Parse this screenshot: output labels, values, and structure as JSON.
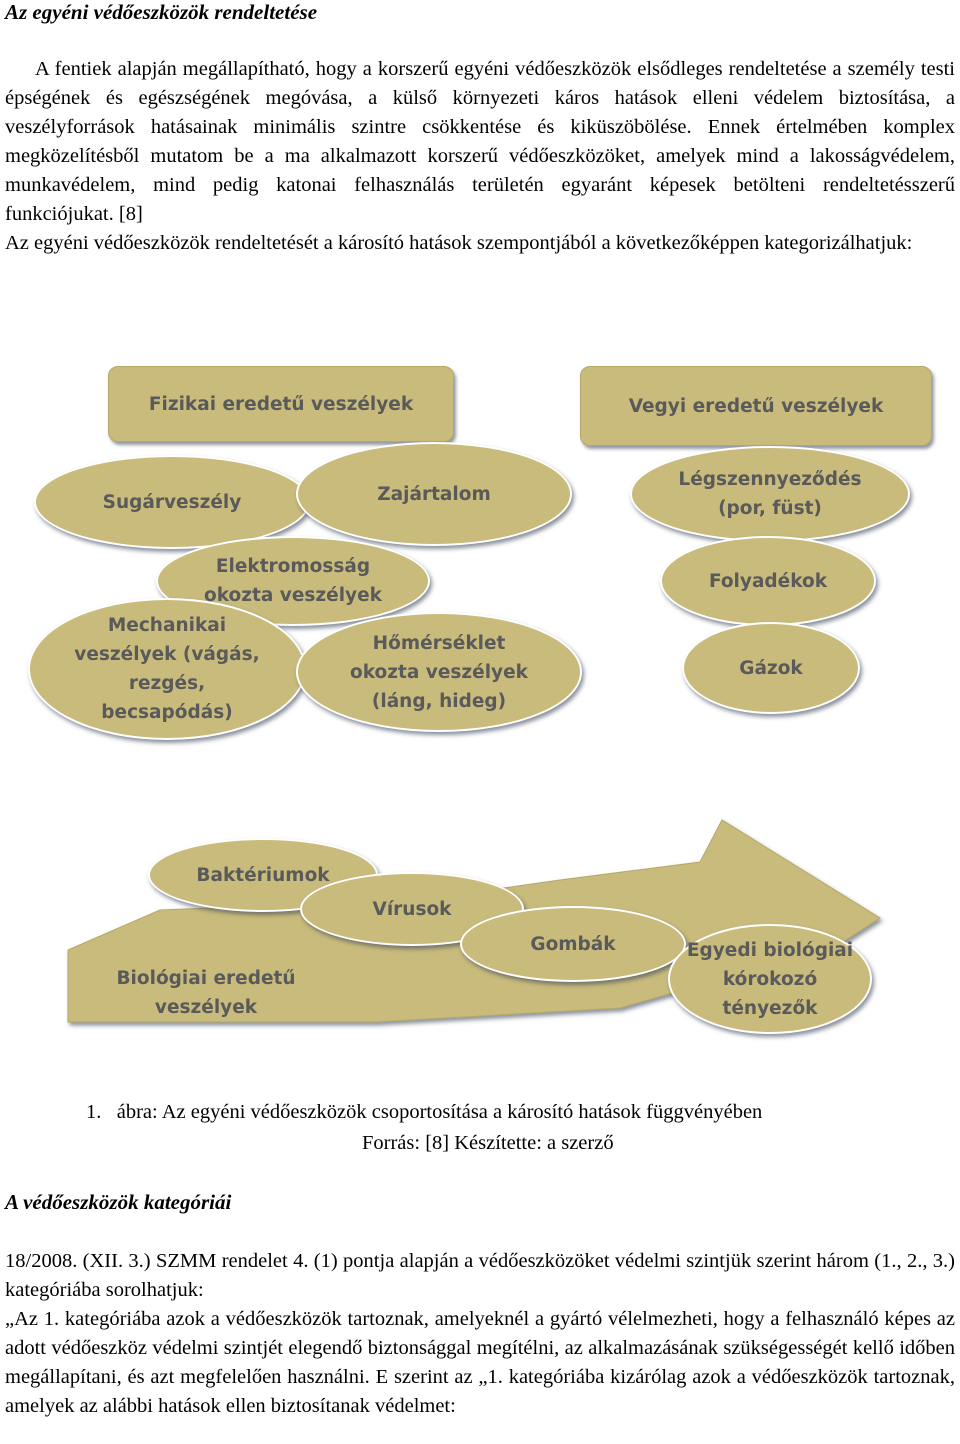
{
  "section1": {
    "heading": "Az egyéni védőeszközök rendeltetése",
    "paragraph1": "A fentiek alapján megállapítható, hogy a korszerű egyéni védőeszközök elsődleges rendeltetése a személy testi épségének és egészségének megóvása, a külső környezeti káros hatások elleni védelem biztosítása, a veszélyforrások hatásainak minimális szintre csökkentése és kiküszöbölése. Ennek értelmében komplex megközelítésből mutatom be a ma alkalmazott korszerű védőeszközöket, amelyek mind a lakosságvédelem, munkavédelem, mind pedig katonai felhasználás területén egyaránt képesek betölteni rendeltetésszerű funkciójukat. [8]",
    "paragraph2": "Az egyéni védőeszközök rendeltetését a károsító hatások szempontjából a következőképpen kategorizálhatjuk:"
  },
  "diagram": {
    "physical": {
      "title": "Fizikai eredetű veszélyek",
      "items": [
        "Sugárveszély",
        "Zajártalom",
        "Elektromosság\nokozta veszélyek",
        "Mechanikai\nveszélyek (vágás,\nrezgés,\nbecsapódás)",
        "Hőmérséklet\nokozta veszélyek\n(láng, hideg)"
      ]
    },
    "chemical": {
      "title": "Vegyi eredetű veszélyek",
      "items": [
        "Légszennyeződés\n(por, füst)",
        "Folyadékok",
        "Gázok"
      ]
    },
    "biological": {
      "title": "Biológiai eredetű veszélyek",
      "items": [
        "Baktériumok",
        "Vírusok",
        "Gombák",
        "Egyedi biológiai\nkórokozó\ntényezők"
      ]
    },
    "colors": {
      "fill": "#c9bb7c",
      "text": "#5a5a5a"
    }
  },
  "caption": {
    "number": "1.",
    "line1": "ábra: Az egyéni védőeszközök csoportosítása a károsító hatások függvényében",
    "line2": "Forrás: [8] Készítette: a szerző"
  },
  "section2": {
    "heading": "A védőeszközök kategóriái",
    "paragraph1": "18/2008. (XII. 3.) SZMM rendelet 4. (1) pontja alapján a védőeszközöket védelmi szintjük szerint három (1., 2., 3.) kategóriába sorolhatjuk:",
    "paragraph2": "„Az 1. kategóriába azok a védőeszközök tartoznak, amelyeknél a gyártó vélelmezheti, hogy a felhasználó képes az adott védőeszköz védelmi szintjét elegendő biztonsággal megítélni, az alkalmazásának szükségességét kellő időben megállapítani, és azt megfelelően használni. E szerint az „1. kategóriába kizárólag azok a védőeszközök tartoznak, amelyek az alábbi hatások ellen biztosítanak védelmet:"
  }
}
